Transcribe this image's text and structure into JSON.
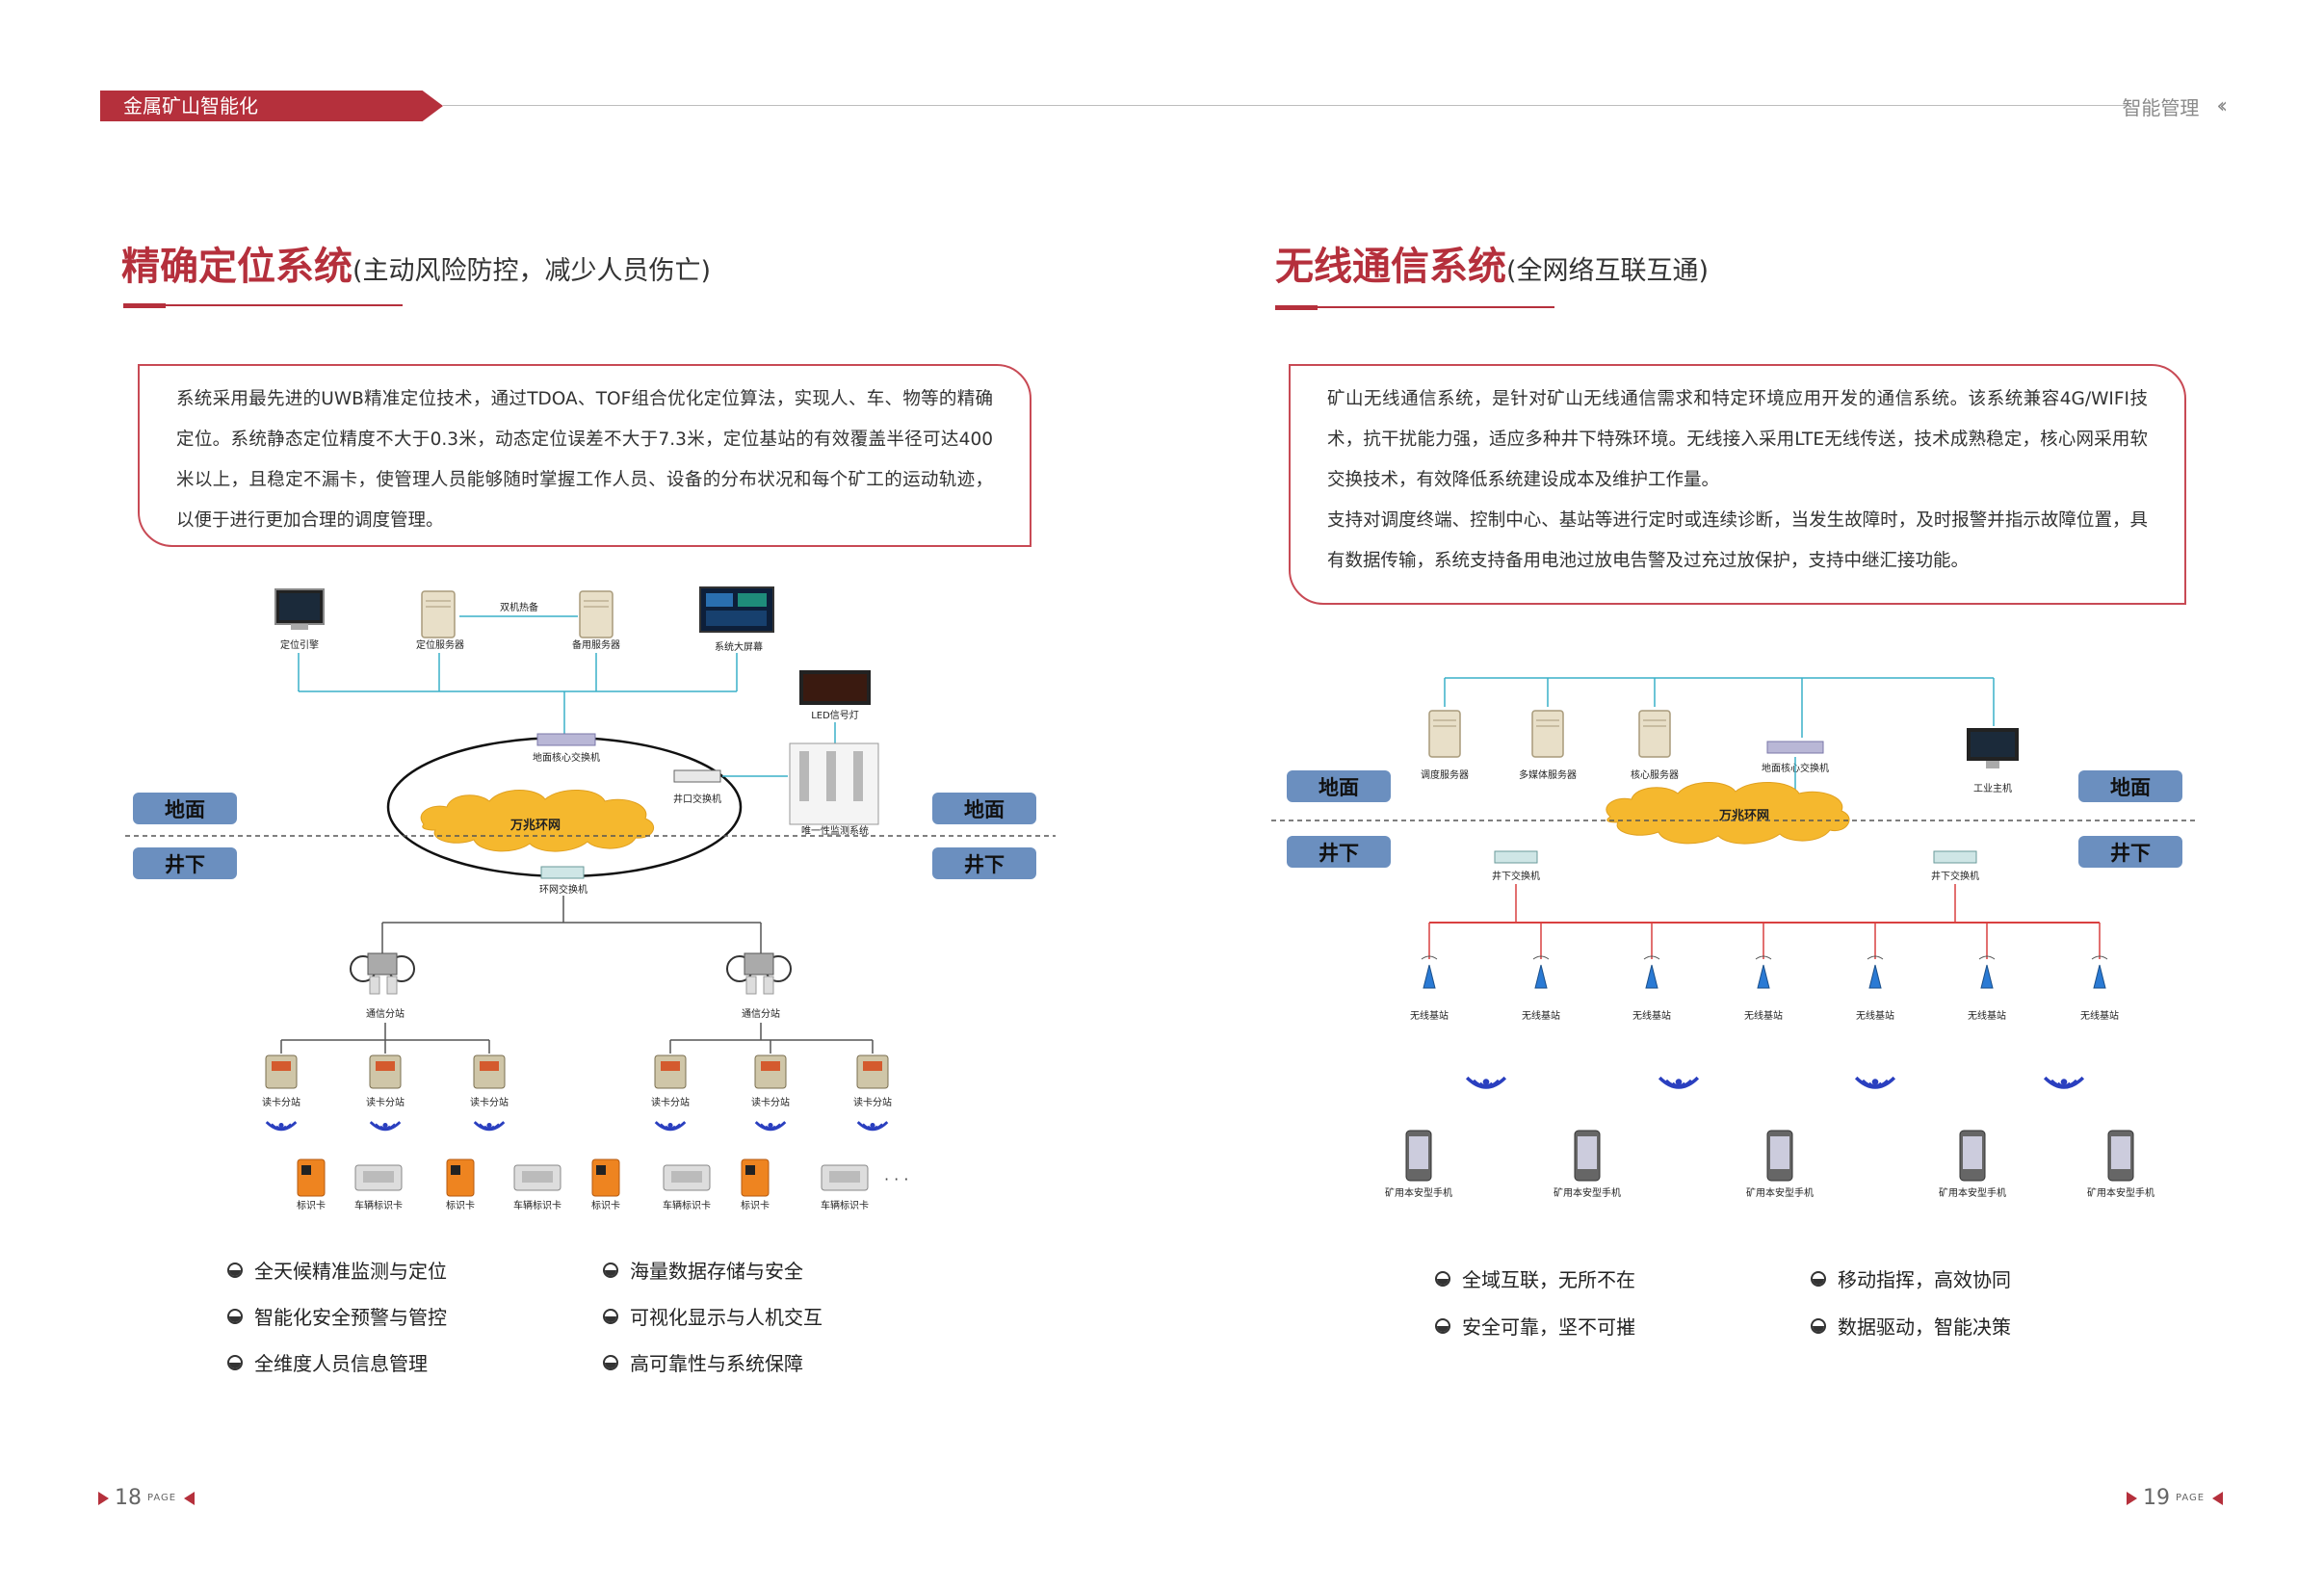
{
  "header": {
    "left_tag": "金属矿山智能化",
    "right_label": "智能管理",
    "right_icon": "double-chevron-left-icon"
  },
  "left": {
    "title": "精确定位系统",
    "subtitle": "(主动风险防控，减少人员伤亡)",
    "description": "系统采用最先进的UWB精准定位技术，通过TDOA、TOF组合优化定位算法，实现人、车、物等的精确定位。系统静态定位精度不大于0.3米，动态定位误差不大于7.3米，定位基站的有效覆盖半径可达400米以上，且稳定不漏卡，使管理人员能够随时掌握工作人员、设备的分布状况和每个矿工的运动轨迹，以便于进行更加合理的调度管理。",
    "diagram": {
      "top_devices": [
        "定位引擎",
        "定位服务器",
        "备用服务器",
        "系统大屏幕"
      ],
      "hot_standby": "双机热备",
      "led": "LED信号灯",
      "core_switch": "地面核心交换机",
      "shaft_switch": "井口交换机",
      "gate": "唯一性监测系统",
      "ring": "万兆环网",
      "ring_switch": "环网交换机",
      "ground": "地面",
      "underground": "井下",
      "sub_station": "通信分站",
      "reader": "读卡分站",
      "card": "标识卡",
      "vehicle_card": "车辆标识卡",
      "ellipsis": "· · ·"
    },
    "bullets": [
      "全天候精准监测与定位",
      "海量数据存储与安全",
      "智能化安全预警与管控",
      "可视化显示与人机交互",
      "全维度人员信息管理",
      "高可靠性与系统保障"
    ],
    "page_number": "18",
    "page_label": "PAGE"
  },
  "right": {
    "title": "无线通信系统",
    "subtitle": "(全网络互联互通)",
    "description1": "矿山无线通信系统，是针对矿山无线通信需求和特定环境应用开发的通信系统。该系统兼容4G/WIFI技术，抗干扰能力强，适应多种井下特殊环境。无线接入采用LTE无线传送，技术成熟稳定，核心网采用软交换技术，有效降低系统建设成本及维护工作量。",
    "description2": "支持对调度终端、控制中心、基站等进行定时或连续诊断，当发生故障时，及时报警并指示故障位置，具有数据传输，系统支持备用电池过放电告警及过充过放保护，支持中继汇接功能。",
    "diagram": {
      "servers": [
        "调度服务器",
        "多媒体服务器",
        "核心服务器"
      ],
      "core_switch": "地面核心交换机",
      "host": "工业主机",
      "ring": "万兆环网",
      "ground": "地面",
      "underground": "井下",
      "switch": "井下交换机",
      "base_station": "无线基站",
      "phone": "矿用本安型手机"
    },
    "bullets": [
      "全域互联，无所不在",
      "移动指挥，高效协同",
      "安全可靠，坚不可摧",
      "数据驱动，智能决策"
    ],
    "page_number": "19",
    "page_label": "PAGE"
  },
  "colors": {
    "brand_red": "#b5303c",
    "label_blue": "#6b8fbf",
    "cloud_yellow": "#f5b82e",
    "link_cyan": "#3ab0c9"
  }
}
